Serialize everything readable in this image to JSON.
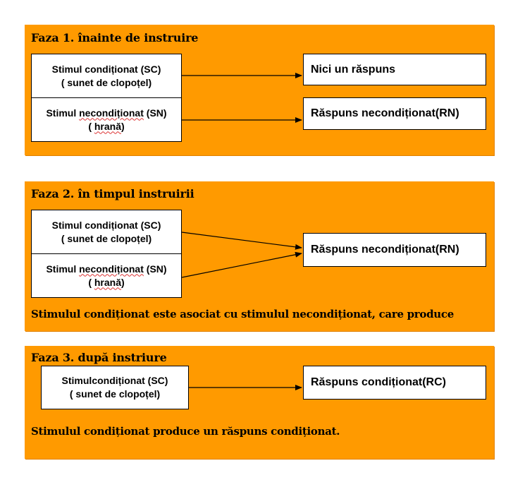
{
  "phase1": {
    "title": "Faza 1. înainte de instruire",
    "sc_line1": "Stimul condiționat (SC)",
    "sc_line2": "( sunet de clopoțel)",
    "sn_line1a": "Stimul ",
    "sn_line1b": "necondiționat",
    "sn_line1c": " (SN)",
    "sn_line2a": "( ",
    "sn_line2b": "hrană",
    "sn_line2c": ")",
    "resp1": "Nici un răspuns",
    "resp2": "Răspuns necondiționat(RN)"
  },
  "phase2": {
    "title": "Faza 2. în timpul  instruirii",
    "sc_line1": "Stimul condiționat (SC)",
    "sc_line2": "( sunet de clopoțel)",
    "sn_line1a": "Stimul ",
    "sn_line1b": "necondiționat",
    "sn_line1c": " (SN)",
    "sn_line2a": "( ",
    "sn_line2b": "hrană",
    "sn_line2c": ")",
    "resp": "Răspuns necondiționat(RN)",
    "note": "Stimulul condiționat este asociat cu stimulul necondiționat, care produce"
  },
  "phase3": {
    "title": "Faza 3. după instriure",
    "sc_line1a": "Stimul",
    "sc_line1b": "condiționat (SC)",
    "sc_line2": "( sunet de clopoțel)",
    "resp": "Răspuns condiționat(RC)",
    "note": "Stimulul condiționat produce un răspuns condiționat."
  },
  "colors": {
    "panel": "#ff9a00",
    "box": "#ffffff",
    "line": "#000000"
  }
}
